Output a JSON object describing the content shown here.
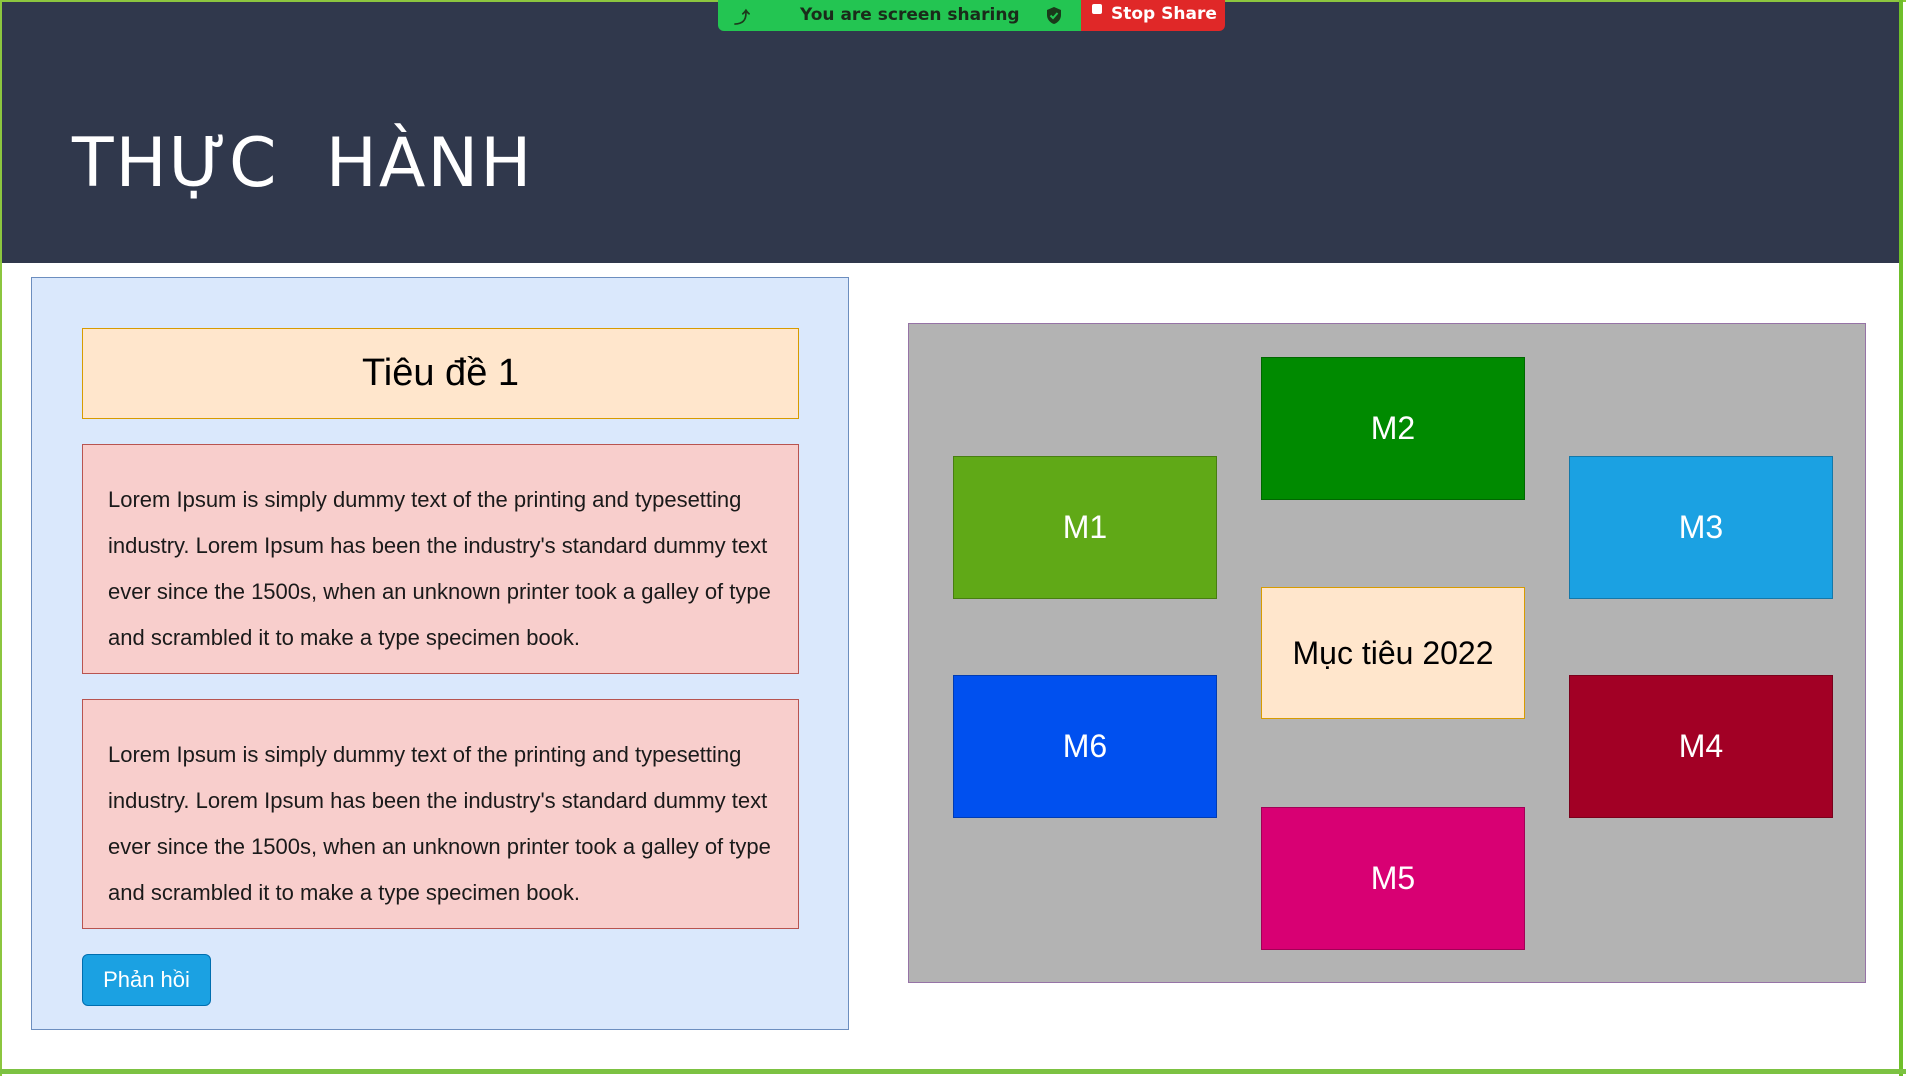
{
  "share_bar": {
    "message": "You are screen sharing",
    "stop_label": "Stop Share",
    "arrow_icon": "back-arrow-icon",
    "shield_icon": "shield-check-icon",
    "colors": {
      "green": "#23c552",
      "red": "#e02828"
    }
  },
  "header": {
    "title": "THỰC  HÀNH",
    "background": "#30384c"
  },
  "left_panel": {
    "title": "Tiêu đề 1",
    "paragraphs": [
      "Lorem Ipsum is simply dummy text of the printing and typesetting industry. Lorem Ipsum has been the industry's standard dummy text ever since the 1500s, when an unknown printer took a galley of type and scrambled it to make a type specimen book.",
      "Lorem Ipsum is simply dummy text of the printing and typesetting industry. Lorem Ipsum has been the industry's standard dummy text ever since the 1500s, when an unknown printer took a galley of type and scrambled it to make a type specimen book."
    ],
    "feedback_button": "Phản hồi"
  },
  "goals": {
    "center_label": "Mục tiêu 2022",
    "tiles": [
      {
        "label": "M1",
        "color": "#60a917"
      },
      {
        "label": "M2",
        "color": "#008a00"
      },
      {
        "label": "M3",
        "color": "#1ba1e2"
      },
      {
        "label": "M4",
        "color": "#a20025"
      },
      {
        "label": "M5",
        "color": "#d80073"
      },
      {
        "label": "M6",
        "color": "#0050ef"
      }
    ]
  }
}
